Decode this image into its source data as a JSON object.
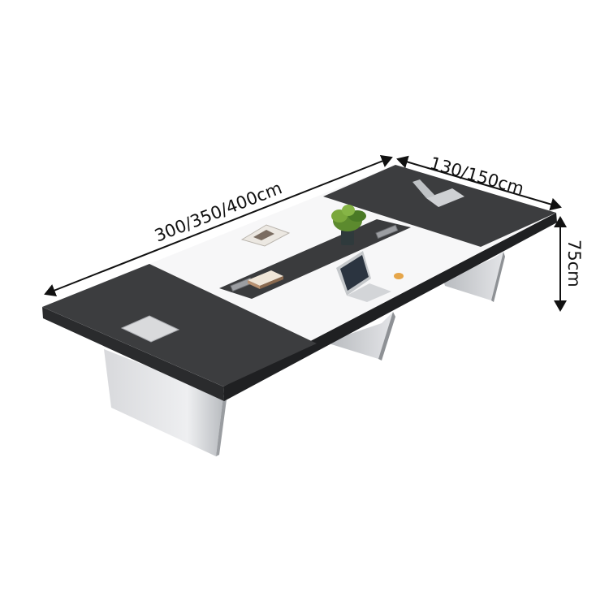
{
  "image": {
    "subject": "conference table",
    "colors": {
      "top_dark": "#3c3d3f",
      "top_white": "#ffffff",
      "edge_dark": "#232425",
      "base_light": "#dcdde0",
      "base_shadow": "#9fa2a6",
      "dimension_line": "#111111"
    }
  },
  "dimensions": {
    "length_label": "300/350/400cm",
    "width_label": "130/150cm",
    "height_label": "75cm"
  }
}
